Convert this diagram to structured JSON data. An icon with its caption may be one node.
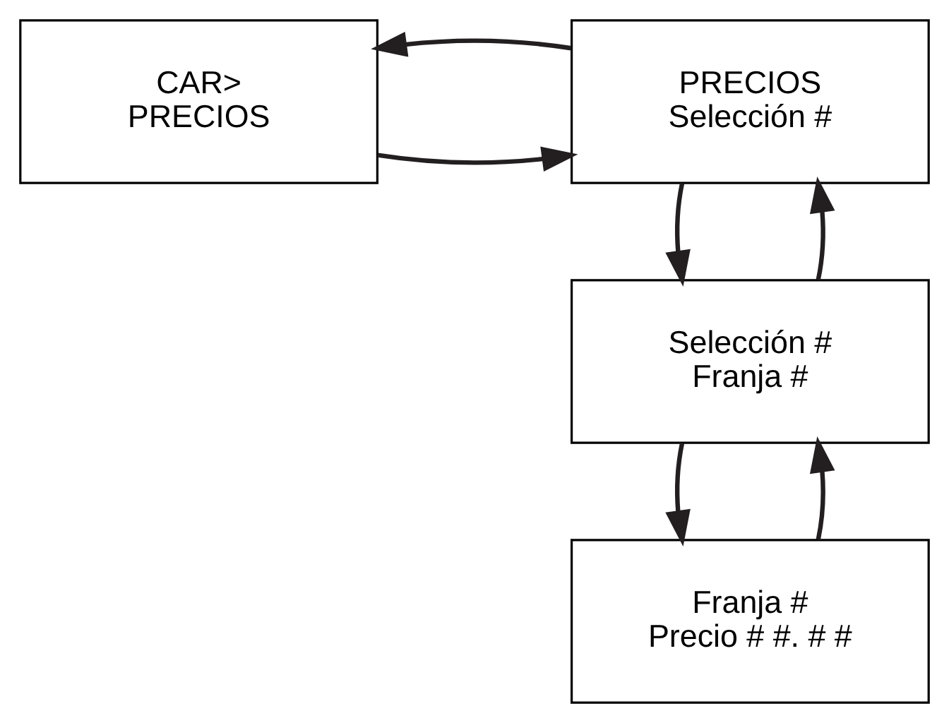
{
  "diagram": {
    "nodes": [
      {
        "text": [
          "CAR>",
          "PRECIOS"
        ]
      },
      {
        "text": [
          "PRECIOS",
          "Selección #"
        ]
      },
      {
        "text": [
          "Selección #",
          "Franja #"
        ]
      },
      {
        "text": [
          "Franja #",
          "Precio # #. # #"
        ]
      }
    ],
    "edges": [
      {
        "from": 0,
        "to": 1,
        "arrow": "to"
      },
      {
        "from": 1,
        "to": 0,
        "arrow": "to"
      },
      {
        "from": 2,
        "to": 1,
        "arrow": "to"
      },
      {
        "from": 1,
        "to": 2,
        "arrow": "to"
      },
      {
        "from": 3,
        "to": 2,
        "arrow": "to"
      },
      {
        "from": 2,
        "to": 3,
        "arrow": "to"
      }
    ]
  }
}
